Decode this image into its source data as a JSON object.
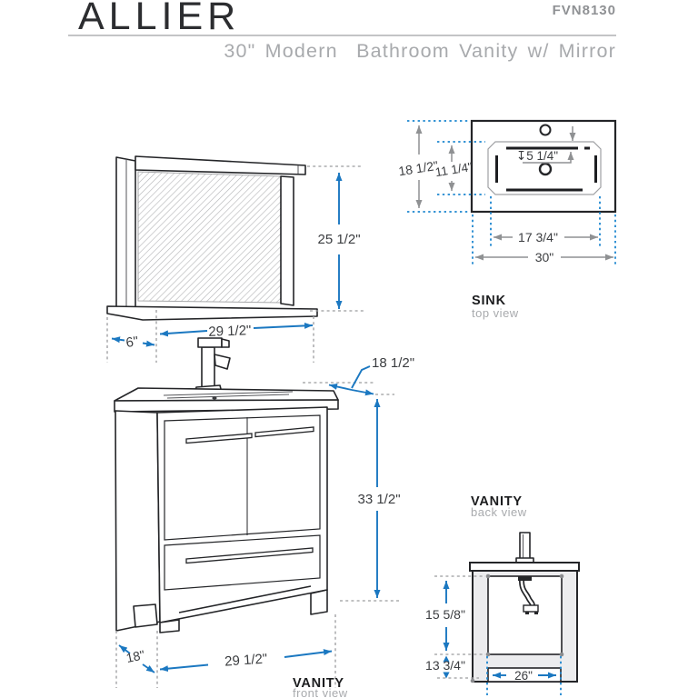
{
  "header": {
    "brand": "ALLIER",
    "model": "FVN8130",
    "subtitle": "30\" Modern  Bathroom Vanity w/ Mirror"
  },
  "colors": {
    "dimension_blue": "#1b78c1",
    "extension_blue_dotted": "#1d86cf",
    "dimension_gray": "#8f9193",
    "line_black": "#242528",
    "label_gray": "#a8aaad",
    "body_fill_gray": "#ececee"
  },
  "mirror": {
    "dims": {
      "height": "25 1/2\"",
      "width": "29 1/2\"",
      "depth": "6\""
    }
  },
  "sink": {
    "label": "SINK",
    "sublabel": "top view",
    "dims": {
      "overall_depth": "18 1/2\"",
      "bowl_front_back": "11 1/4\"",
      "bowl_depth": "↧5 1/4\"",
      "bowl_width": "17 3/4\"",
      "overall_width": "30\""
    }
  },
  "vanity_front": {
    "label": "VANITY",
    "sublabel": "front view",
    "dims": {
      "counter_depth": "18 1/2\"",
      "height": "33 1/2\"",
      "width": "29 1/2\"",
      "base_depth": "18\""
    }
  },
  "vanity_back": {
    "label": "VANITY",
    "sublabel": "back view",
    "dims": {
      "opening_height": "15 5/8\"",
      "clearance_height": "13 3/4\"",
      "opening_width": "26\""
    }
  }
}
